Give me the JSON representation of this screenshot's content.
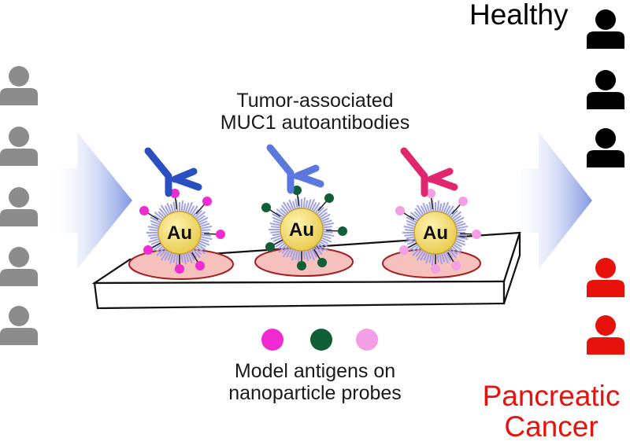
{
  "labels": {
    "autoantibodies_line1": "Tumor-associated",
    "autoantibodies_line2": "MUC1 autoantibodies",
    "antigens_line1": "Model antigens on",
    "antigens_line2": "nanoparticle probes",
    "healthy": "Healthy",
    "cancer_line1": "Pancreatic",
    "cancer_line2": "Cancer",
    "gold": "Au"
  },
  "colors": {
    "patient_gray": "#8c8c8c",
    "healthy_black": "#000000",
    "cancer_red": "#e8120c",
    "arrow_blue": "#7f95e3",
    "antibody_dark_blue": "#2a4fc0",
    "antibody_light_blue": "#5a78e0",
    "antibody_pink": "#e0266e",
    "antigen_magenta": "#ef2bd1",
    "antigen_green": "#0f5e37",
    "antigen_light_pink": "#f49ee6",
    "gold_particle": "#e7c94a",
    "spot_fill": "#f6c1bd",
    "spot_outline": "#a32020"
  },
  "groups": {
    "input_patients": 5,
    "healthy_outputs": 3,
    "cancer_outputs": 2,
    "probes": 3
  }
}
